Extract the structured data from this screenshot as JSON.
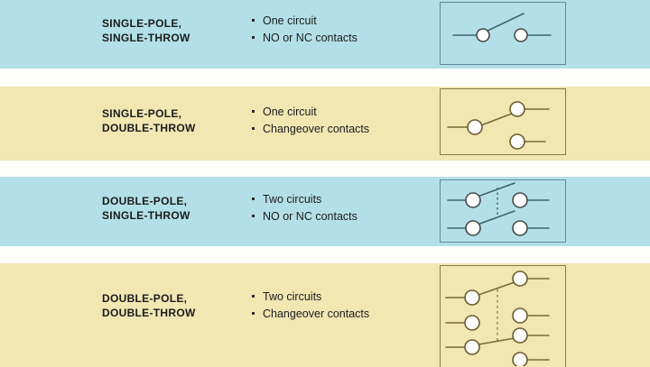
{
  "figure": {
    "kind": "switch-configuration-table",
    "colors": {
      "blue_band": "#b3e0e8",
      "cream_band": "#f2e6b3",
      "page_background": "#fdfdfb",
      "blue_box_border": "#5b8c99",
      "cream_box_border": "#8a7a43",
      "blue_wire": "#3f6470",
      "cream_wire": "#7a6a33",
      "contact_fill": "#ffffff",
      "text": "#1b1b1b"
    },
    "rows": [
      {
        "id": "spst",
        "theme": "blue",
        "title": "SINGLE-POLE,\nSINGLE-THROW",
        "bullets": [
          "One circuit",
          "NO or NC contacts"
        ],
        "diagram_name": "spst-switch-symbol",
        "poles": 1,
        "throws": 1,
        "ganging_line": false
      },
      {
        "id": "spdt",
        "theme": "cream",
        "title": "SINGLE-POLE,\nDOUBLE-THROW",
        "bullets": [
          "One circuit",
          "Changeover contacts"
        ],
        "diagram_name": "spdt-switch-symbol",
        "poles": 1,
        "throws": 2,
        "ganging_line": false
      },
      {
        "id": "dpst",
        "theme": "blue",
        "title": "DOUBLE-POLE,\nSINGLE-THROW",
        "bullets": [
          "Two circuits",
          "NO or NC contacts"
        ],
        "diagram_name": "dpst-switch-symbol",
        "poles": 2,
        "throws": 1,
        "ganging_line": true
      },
      {
        "id": "dpdt",
        "theme": "cream",
        "title": "DOUBLE-POLE,\nDOUBLE-THROW",
        "bullets": [
          "Two circuits",
          "Changeover contacts"
        ],
        "diagram_name": "dpdt-switch-symbol",
        "poles": 2,
        "throws": 2,
        "ganging_line": true
      }
    ]
  }
}
